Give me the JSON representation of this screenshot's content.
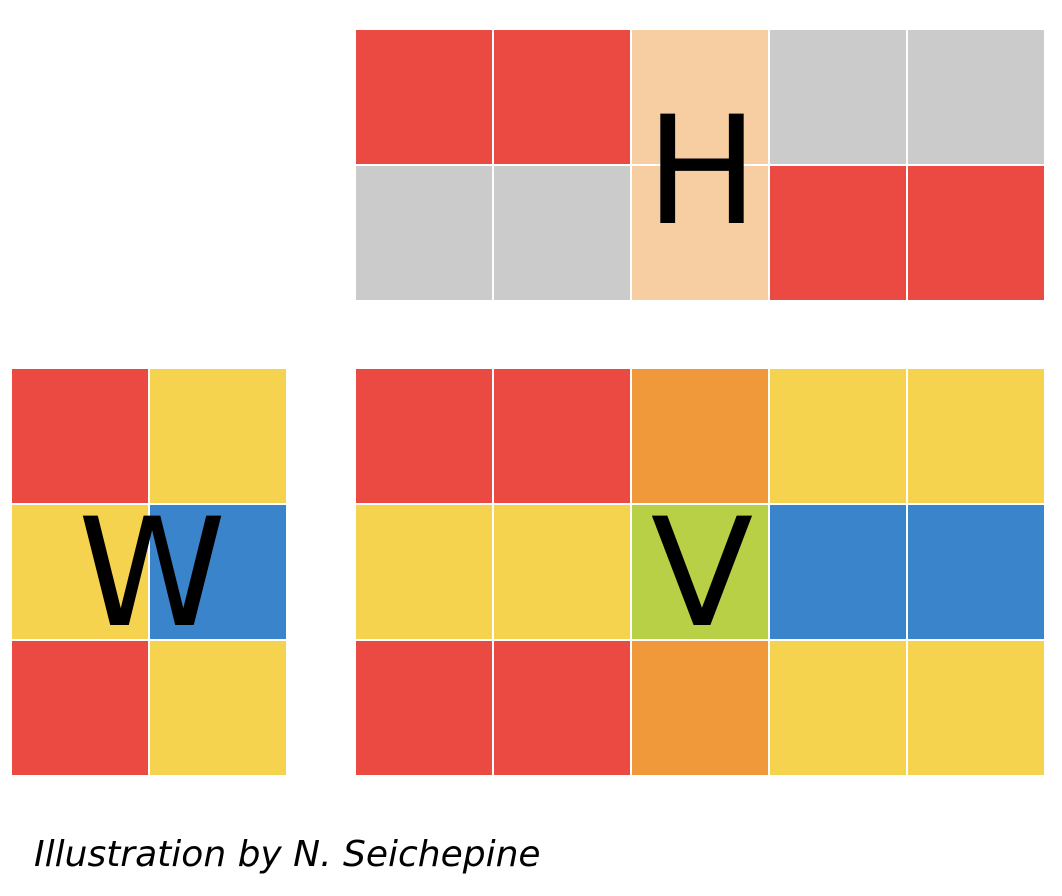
{
  "colors": {
    "R": "#EA4A42",
    "G": "#CBCBCB",
    "P": "#F7CDA2",
    "Y": "#F6D34E",
    "B": "#3A84CB",
    "O": "#F0993A",
    "L": "#B7D045"
  },
  "matrices": {
    "h": {
      "label": "H",
      "rows": [
        [
          "R",
          "R",
          "P",
          "G",
          "G"
        ],
        [
          "G",
          "G",
          "P",
          "R",
          "R"
        ]
      ]
    },
    "w": {
      "label": "W",
      "rows": [
        [
          "R",
          "Y"
        ],
        [
          "Y",
          "B"
        ],
        [
          "R",
          "Y"
        ]
      ]
    },
    "v": {
      "label": "V",
      "rows": [
        [
          "R",
          "R",
          "O",
          "Y",
          "Y"
        ],
        [
          "Y",
          "Y",
          "L",
          "B",
          "B"
        ],
        [
          "R",
          "R",
          "O",
          "Y",
          "Y"
        ]
      ]
    }
  },
  "caption": "Illustration by N. Seichepine"
}
